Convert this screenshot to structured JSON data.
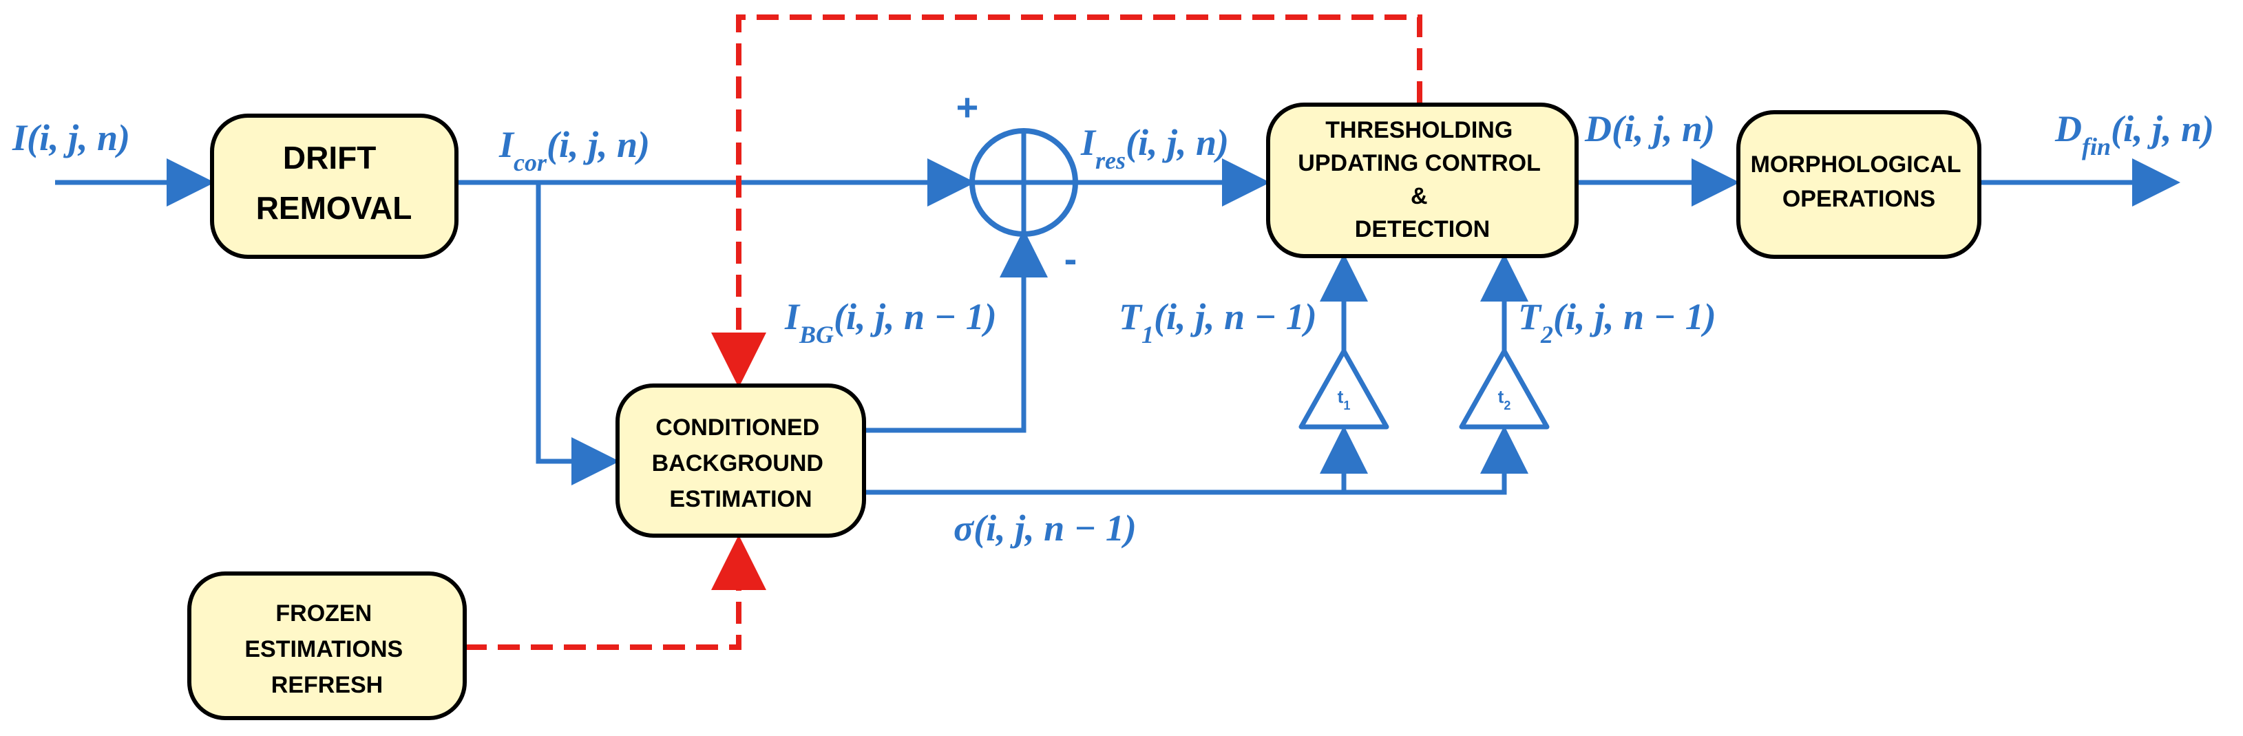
{
  "colors": {
    "signal": "#2E75C8",
    "control": "#E8201A",
    "box_fill": "#FFF8C8",
    "box_stroke": "#000000",
    "text": "#000000"
  },
  "blocks": {
    "drift_removal": [
      "DRIFT",
      "REMOVAL"
    ],
    "conditioned_bg": [
      "CONDITIONED",
      "BACKGROUND",
      "ESTIMATION"
    ],
    "thresholding": [
      "THRESHOLDING",
      "UPDATING CONTROL",
      "&",
      "DETECTION"
    ],
    "morphological": [
      "MORPHOLOGICAL",
      "OPERATIONS"
    ],
    "frozen_refresh": [
      "FROZEN",
      "ESTIMATIONS",
      "REFRESH"
    ]
  },
  "signals": {
    "input": {
      "base": "I",
      "sub": "",
      "args": "(i, j, n)"
    },
    "corrected": {
      "base": "I",
      "sub": "cor",
      "args": "(i, j, n)"
    },
    "residual": {
      "base": "I",
      "sub": "res",
      "args": "(i, j, n)"
    },
    "background": {
      "base": "I",
      "sub": "BG",
      "args": "(i, j, n − 1)"
    },
    "detection": {
      "base": "D",
      "sub": "",
      "args": "(i, j, n)"
    },
    "final": {
      "base": "D",
      "sub": "fin",
      "args": "(i, j, n)"
    },
    "sigma": {
      "base": "σ",
      "sub": "",
      "args": "(i, j, n − 1)"
    },
    "threshold1": {
      "base": "T",
      "sub": "1",
      "args": "(i, j, n − 1)"
    },
    "threshold2": {
      "base": "T",
      "sub": "2",
      "args": "(i, j, n − 1)"
    }
  },
  "summing_junction": {
    "plus": "+",
    "minus": "-"
  },
  "gains": {
    "t1": {
      "base": "t",
      "sub": "1"
    },
    "t2": {
      "base": "t",
      "sub": "2"
    }
  }
}
